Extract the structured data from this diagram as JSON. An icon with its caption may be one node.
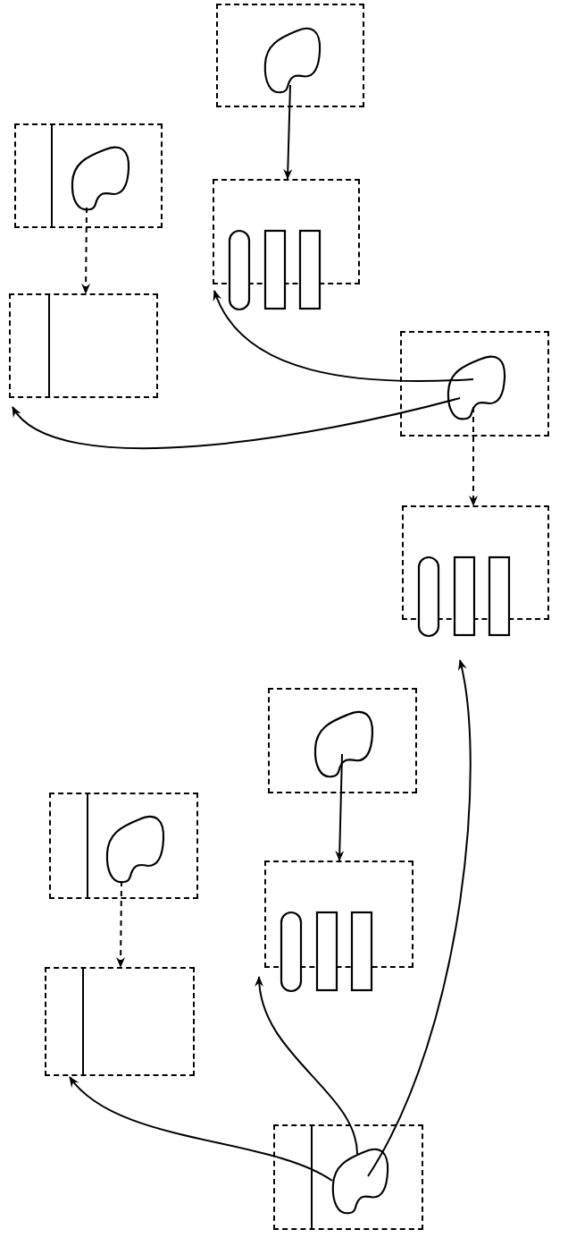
{
  "diagram": {
    "nodes": [
      {
        "text": [],
        "shape": "box"
      },
      {
        "text": [],
        "shape": "blob",
        "in": 0
      },
      {
        "text": [],
        "shape": "box"
      },
      {
        "text": [],
        "shape": "blob",
        "in": 2
      },
      {
        "text": [],
        "shape": "box"
      },
      {
        "text": [],
        "shape": "box"
      },
      {
        "text": [],
        "shape": "box"
      },
      {
        "text": [],
        "shape": "blob",
        "in": 6
      },
      {
        "text": [],
        "shape": "box"
      },
      {
        "text": [],
        "shape": "box"
      },
      {
        "text": [],
        "shape": "blob",
        "in": 9
      },
      {
        "text": [],
        "shape": "box"
      },
      {
        "text": [],
        "shape": "blob",
        "in": 11
      },
      {
        "text": [],
        "shape": "box"
      },
      {
        "text": [],
        "shape": "box"
      },
      {
        "text": [],
        "shape": "box"
      },
      {
        "text": [],
        "shape": "blob",
        "in": 15
      }
    ],
    "edges": [
      {
        "from": 1,
        "to": 4,
        "arrow": "to"
      },
      {
        "from": 3,
        "to": 5,
        "arrow": "to",
        "style": "dashed"
      },
      {
        "from": 7,
        "to": 4,
        "arrow": "to"
      },
      {
        "from": 7,
        "to": 5,
        "arrow": "to"
      },
      {
        "from": 7,
        "to": 8,
        "arrow": "to",
        "style": "dashed"
      },
      {
        "from": 10,
        "to": 13,
        "arrow": "to"
      },
      {
        "from": 12,
        "to": 14,
        "arrow": "to",
        "style": "dashed"
      },
      {
        "from": 16,
        "to": 14,
        "arrow": "to"
      },
      {
        "from": 16,
        "to": 13,
        "arrow": "to"
      },
      {
        "from": 16,
        "to": 8,
        "arrow": "to"
      }
    ]
  }
}
